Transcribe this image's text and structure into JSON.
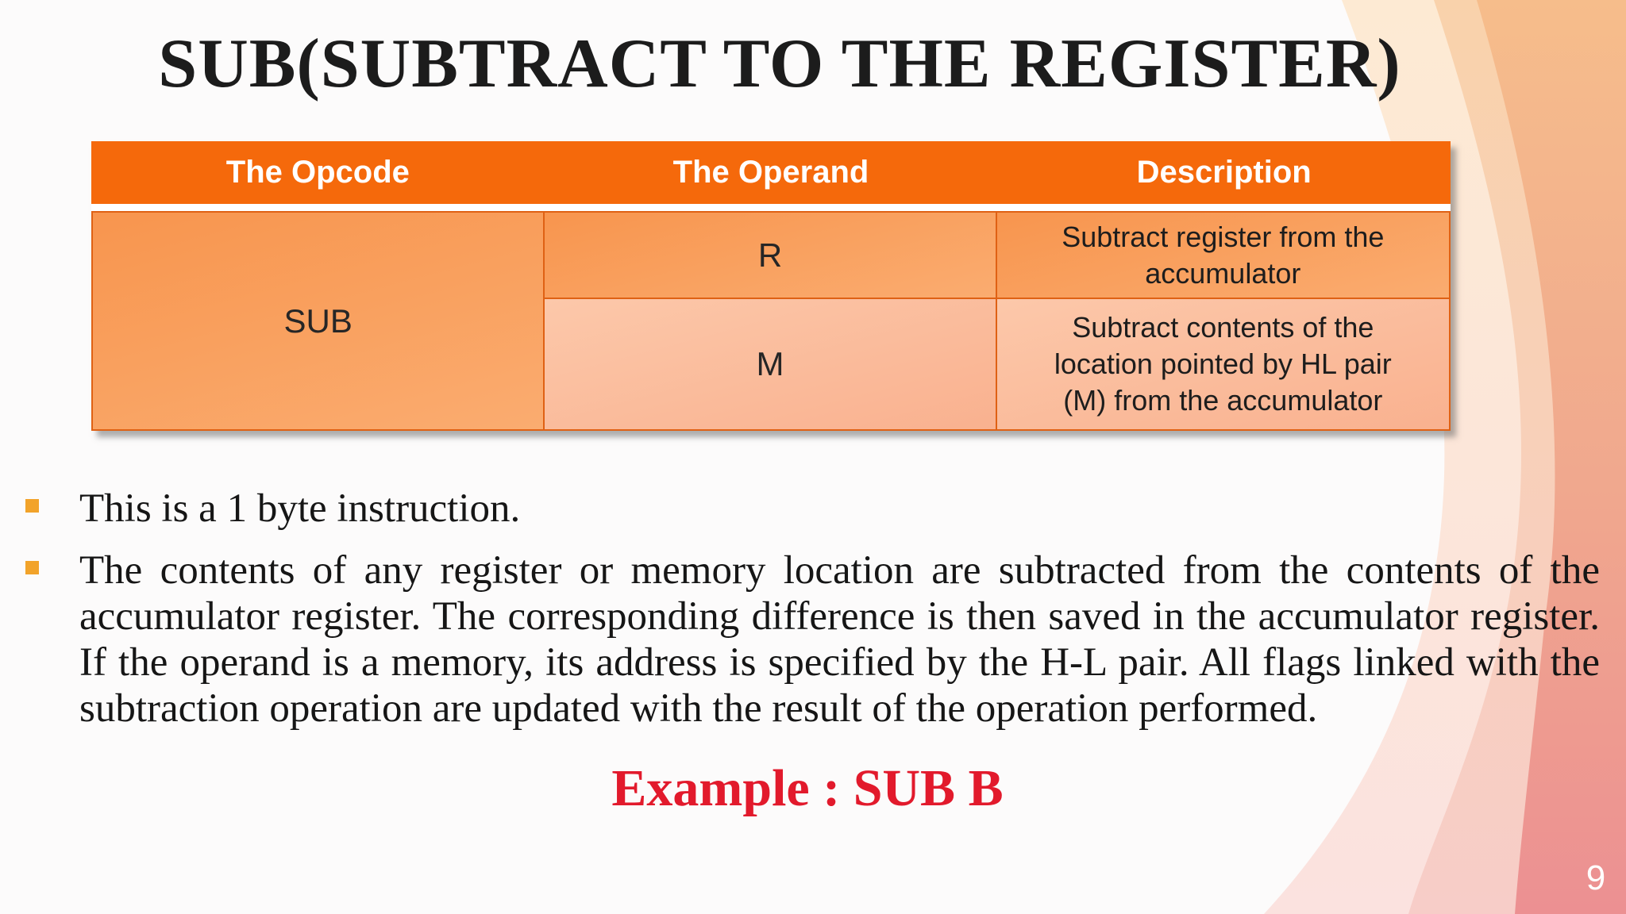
{
  "slide": {
    "title": "SUB(SUBTRACT TO THE REGISTER)",
    "page_number": "9"
  },
  "table": {
    "headers": [
      "The Opcode",
      "The Operand",
      "Description"
    ],
    "opcode": "SUB",
    "rows": [
      {
        "operand": "R",
        "desc_lines": [
          "Subtract register from the",
          "accumulator"
        ]
      },
      {
        "operand": "M",
        "desc_lines": [
          "Subtract contents of the",
          "location pointed by HL pair",
          "(M) from the accumulator"
        ]
      }
    ]
  },
  "bullets": [
    {
      "lines": [
        "This is a 1 byte instruction."
      ]
    },
    {
      "lines": [
        "The contents of any register or memory location are subtracted from the contents of the",
        "accumulator register. The corresponding difference is then saved in the accumulator register.",
        "If the operand is a memory, its address is specified by the H-L pair. All flags linked with the",
        "subtraction operation are updated with the result of the operation performed."
      ]
    }
  ],
  "example": {
    "label": "Example : SUB B"
  },
  "colors": {
    "header_orange": "#F5690B",
    "row_orange": "#F8954E",
    "row_peach": "#FBC2A2",
    "table_border": "#DF6114",
    "bullet_orange": "#F2A32A",
    "example_red": "#E21A2C",
    "swoosh_peach": "#F6BD8B",
    "swoosh_salmon": "#EC9092",
    "text_dark": "#1c1c1c"
  }
}
